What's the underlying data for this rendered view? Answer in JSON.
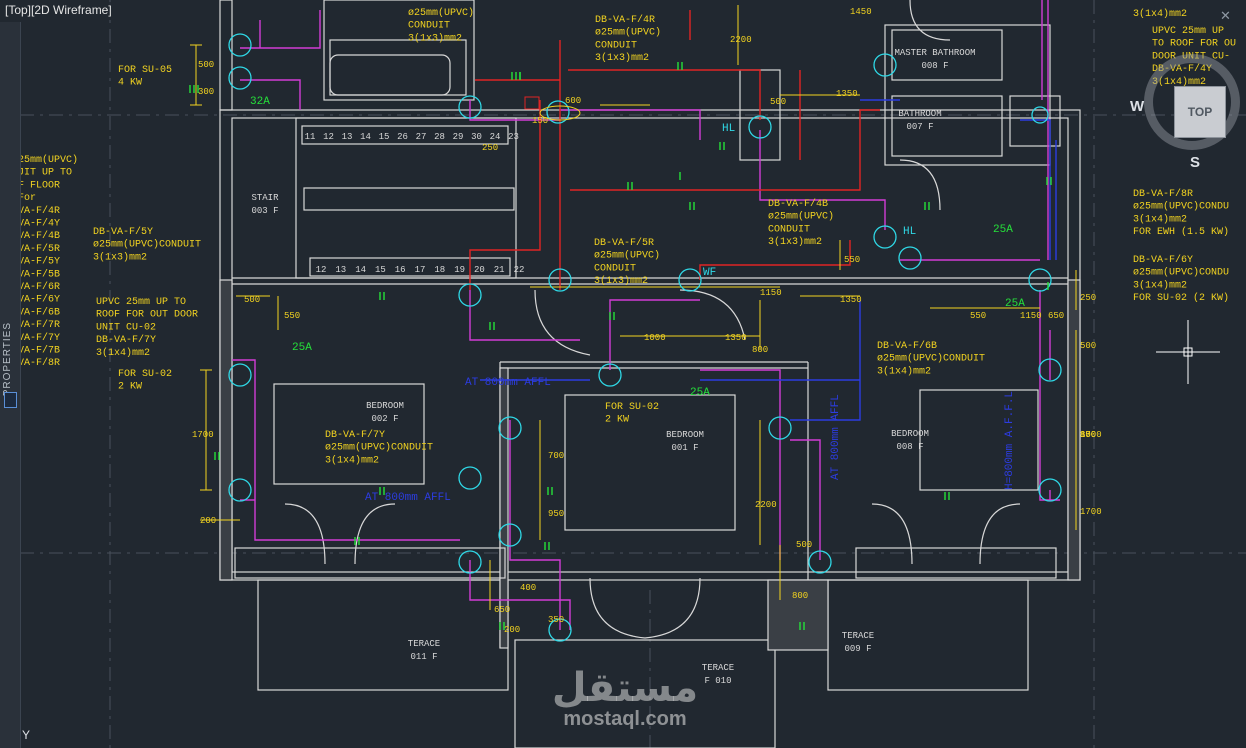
{
  "viewport": {
    "label": "[Top][2D Wireframe]"
  },
  "side_palette": {
    "label": "PROPERTIES"
  },
  "viewcube": {
    "top_label": "TOP",
    "west_label": "W",
    "south_label": "S"
  },
  "ucs_label": "Y",
  "watermark": {
    "arabic": "مستقل",
    "latin": "mostaql.com"
  },
  "colors": {
    "background": "#212830",
    "wall": "#d8d8d8",
    "annotation": "#f2d320",
    "circuit_magenta": "#d23cd6",
    "circuit_red": "#e02424",
    "circuit_blue": "#2c3ce0",
    "symbol_green": "#25e03a",
    "symbol_cyan": "#2fd8e6"
  },
  "drawing": {
    "rooms": [
      {
        "name": "MASTER BATHROOM",
        "tag": "008 F"
      },
      {
        "name": "BATHROOM",
        "tag": "007 F"
      },
      {
        "name": "STAIR",
        "tag": "003 F"
      },
      {
        "name": "BEDROOM",
        "tag": "002 F"
      },
      {
        "name": "BEDROOM",
        "tag": "001 F"
      },
      {
        "name": "BEDROOM",
        "tag": "008 F"
      },
      {
        "name": "TERACE",
        "tag": "011 F"
      },
      {
        "name": "TERACE",
        "tag": "F 010"
      },
      {
        "name": "TERACE",
        "tag": "009 F"
      }
    ],
    "stair_steps_top": [
      "11",
      "12",
      "13",
      "14",
      "15",
      "26",
      "27",
      "28",
      "29",
      "30",
      "24",
      "23"
    ],
    "stair_steps_bottom": [
      "12",
      "13",
      "14",
      "15",
      "16",
      "17",
      "18",
      "19",
      "20",
      "21",
      "22"
    ],
    "circuit_labels": [
      {
        "lines": [
          "DB-VA-F/4R",
          "ø25mm(UPVC)",
          "CONDUIT",
          "3(1x3)mm2"
        ]
      },
      {
        "lines": [
          "ø25mm(UPVC)",
          "CONDUIT",
          "3(1x3)mm2"
        ]
      },
      {
        "lines": [
          "3(1x4)mm2"
        ]
      },
      {
        "lines": [
          "UPVC 25mm UP",
          "TO ROOF FOR OU",
          "DOOR UNIT CU-",
          "DB-VA-F/4Y",
          "3(1x4)mm2"
        ]
      },
      {
        "lines": [
          "FOR SU-05",
          "4 KW"
        ]
      },
      {
        "lines": [
          "25mm(UPVC)",
          "JIT UP TO",
          "F FLOOR",
          "For",
          "VA-F/4R",
          "VA-F/4Y",
          "VA-F/4B",
          "VA-F/5R",
          "VA-F/5Y",
          "VA-F/5B",
          "VA-F/6R",
          "VA-F/6Y",
          "VA-F/6B",
          "VA-F/7R",
          "VA-F/7Y",
          "VA-F/7B",
          "VA-F/8R"
        ]
      },
      {
        "lines": [
          "DB-VA-F/5Y",
          "ø25mm(UPVC)CONDUIT",
          "3(1x3)mm2"
        ]
      },
      {
        "lines": [
          "DB-VA-F/5R",
          "ø25mm(UPVC)",
          "CONDUIT",
          "3(1x3)mm2"
        ]
      },
      {
        "lines": [
          "DB-VA-F/4B",
          "ø25mm(UPVC)",
          "CONDUIT",
          "3(1x3)mm2"
        ]
      },
      {
        "lines": [
          "DB-VA-F/8R",
          "ø25mm(UPVC)CONDU",
          "3(1x4)mm2",
          "FOR EWH (1.5 KW)"
        ]
      },
      {
        "lines": [
          "DB-VA-F/6Y",
          "ø25mm(UPVC)CONDU",
          "3(1x4)mm2",
          "FOR SU-02 (2 KW)"
        ]
      },
      {
        "lines": [
          "UPVC 25mm UP TO",
          "ROOF FOR OUT DOOR",
          "UNIT CU-02",
          "DB-VA-F/7Y",
          "3(1x4)mm2"
        ]
      },
      {
        "lines": [
          "FOR SU-02",
          "2 KW"
        ]
      },
      {
        "lines": [
          "DB-VA-F/6B",
          "ø25mm(UPVC)CONDUIT",
          "3(1x4)mm2"
        ]
      },
      {
        "lines": [
          "DB-VA-F/7Y",
          "ø25mm(UPVC)CONDUIT",
          "3(1x4)mm2"
        ]
      },
      {
        "lines": [
          "FOR SU-02",
          "2 KW"
        ]
      }
    ],
    "dimension_labels": [
      "1450",
      "2200",
      "600",
      "500",
      "1350",
      "300",
      "500",
      "250",
      "150",
      "550",
      "1150",
      "1000",
      "1350",
      "800",
      "1350",
      "550",
      "1150",
      "650",
      "250",
      "500",
      "850",
      "1700",
      "500",
      "550",
      "800",
      "1700",
      "700",
      "950",
      "2200",
      "500",
      "800",
      "400",
      "650",
      "200",
      "350",
      "200",
      "1700"
    ],
    "device_labels": [
      "32A",
      "25A",
      "25A",
      "25A",
      "25A",
      "HL",
      "HL",
      "WF"
    ],
    "blue_notes": [
      "AT 800mm AFFL",
      "AT 800mm AFFL",
      "AT 800mm AFFL",
      "H=800mm A.F.F.L"
    ]
  }
}
